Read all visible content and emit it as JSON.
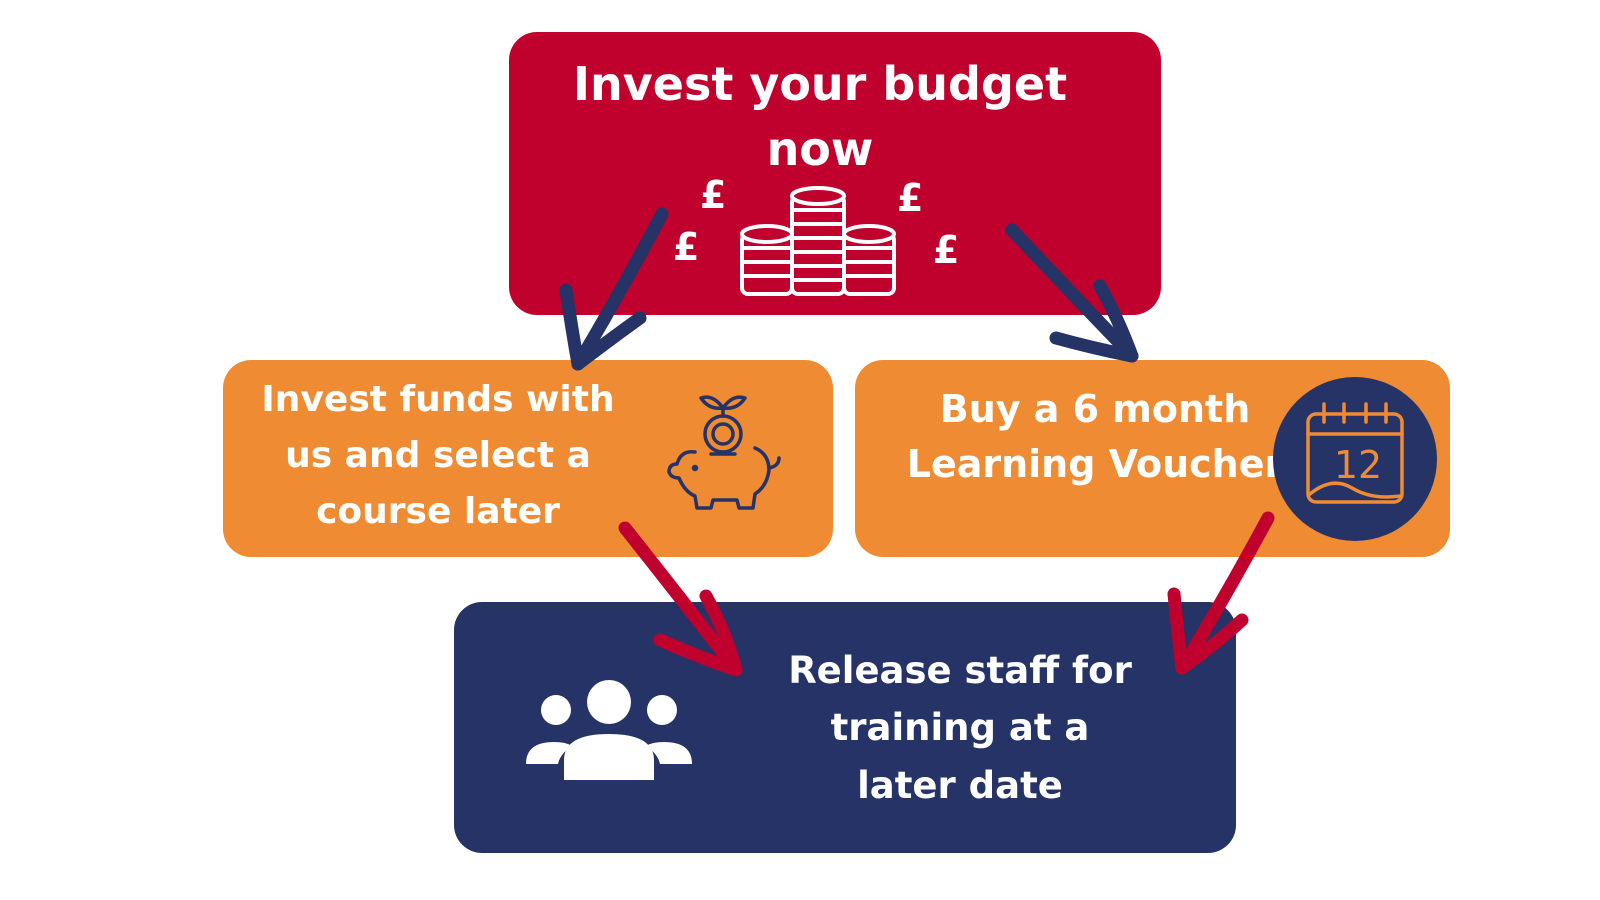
{
  "colors": {
    "top_box": "#c0002d",
    "middle_boxes": "#ef8b33",
    "bottom_box": "#253366",
    "arrow_navy": "#253366",
    "arrow_red": "#c0002d",
    "text": "#ffffff"
  },
  "top": {
    "title": "Invest your budget now",
    "icon": "coins-stack-icon",
    "currency_symbol": "£"
  },
  "left": {
    "text": "Invest funds with us and select a course later",
    "icon": "piggy-bank-icon"
  },
  "right": {
    "text": "Buy a 6 month Learning Voucher",
    "icon": "calendar-icon",
    "calendar_number": "12"
  },
  "bottom": {
    "text": "Release staff for training at a later date",
    "icon": "people-group-icon"
  }
}
